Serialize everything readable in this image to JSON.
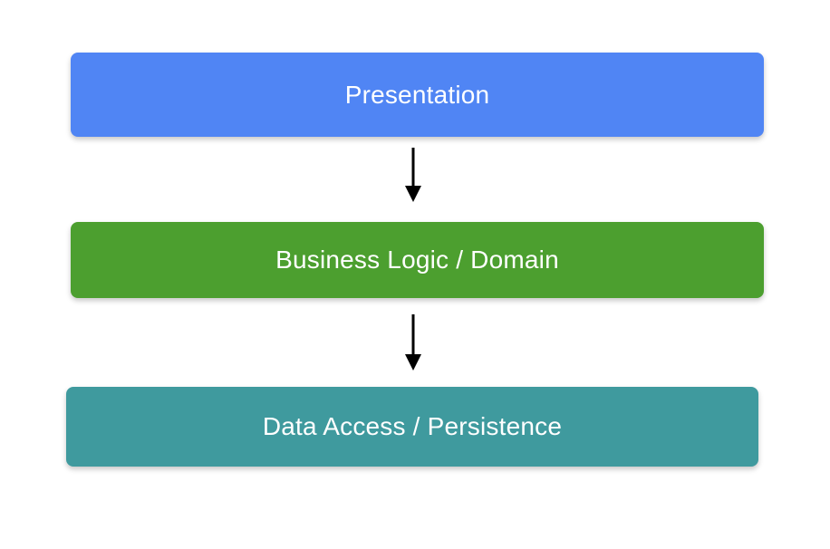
{
  "diagram": {
    "type": "layered-architecture-flow",
    "orientation": "vertical-top-down",
    "background_color": "#ffffff",
    "layers": [
      {
        "id": "presentation",
        "label": "Presentation",
        "color": "#5085f4",
        "text_color": "#ffffff",
        "order": 1
      },
      {
        "id": "business",
        "label": "Business Logic / Domain",
        "color": "#4c9f2f",
        "text_color": "#ffffff",
        "order": 2
      },
      {
        "id": "data",
        "label": "Data Access / Persistence",
        "color": "#3f9a9e",
        "text_color": "#ffffff",
        "order": 3
      }
    ],
    "connectors": [
      {
        "id": "presentation-to-business",
        "from": "presentation",
        "to": "business",
        "icon": "down-arrow-icon",
        "color": "#000000"
      },
      {
        "id": "business-to-data",
        "from": "business",
        "to": "data",
        "icon": "down-arrow-icon",
        "color": "#000000"
      }
    ]
  }
}
